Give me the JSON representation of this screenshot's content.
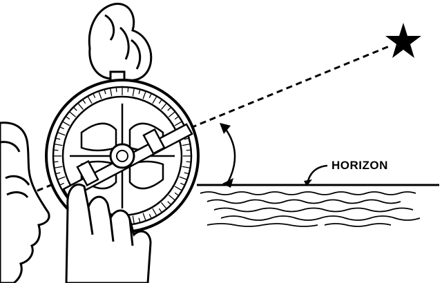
{
  "labels": {
    "horizon": "HORIZON"
  },
  "figure": {
    "ink_color": "#000000",
    "paper_color": "#ffffff",
    "objects": [
      "star-icon",
      "astrolabe",
      "hand",
      "observer-face",
      "sea-waves"
    ]
  }
}
